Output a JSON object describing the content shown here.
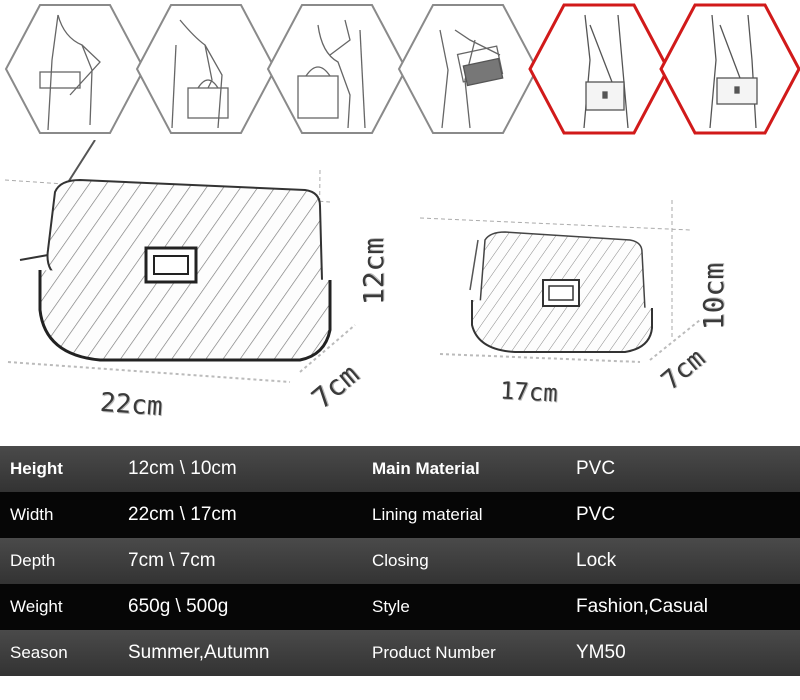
{
  "carry_styles": [
    {
      "name": "handheld-clutch",
      "highlighted": false
    },
    {
      "name": "handbag-in-hand",
      "highlighted": false
    },
    {
      "name": "handbag-on-arm",
      "highlighted": false
    },
    {
      "name": "shoulder-bag",
      "highlighted": false
    },
    {
      "name": "crossbody-bag",
      "highlighted": true
    },
    {
      "name": "crossbody-bag",
      "highlighted": true
    }
  ],
  "colors": {
    "highlight": "#d11a1a",
    "hex_border": "#8a8a8a",
    "table_dark": "#060606",
    "table_light": "#3c3c3c"
  },
  "dimensions": {
    "large": {
      "height": "12cm",
      "width": "22cm",
      "depth": "7cm"
    },
    "small": {
      "height": "10cm",
      "width": "17cm",
      "depth": "7cm"
    }
  },
  "specs": [
    {
      "label": "Height",
      "value": "12cm \\ 10cm",
      "label2": "Main Material",
      "value2": "PVC"
    },
    {
      "label": "Width",
      "value": "22cm \\ 17cm",
      "label2": "Lining material",
      "value2": "PVC"
    },
    {
      "label": "Depth",
      "value": "7cm \\ 7cm",
      "label2": "Closing",
      "value2": "Lock"
    },
    {
      "label": "Weight",
      "value": "650g \\ 500g",
      "label2": "Style",
      "value2": "Fashion,Casual"
    },
    {
      "label": "Season",
      "value": "Summer,Autumn",
      "label2": "Product Number",
      "value2": "YM50"
    }
  ]
}
